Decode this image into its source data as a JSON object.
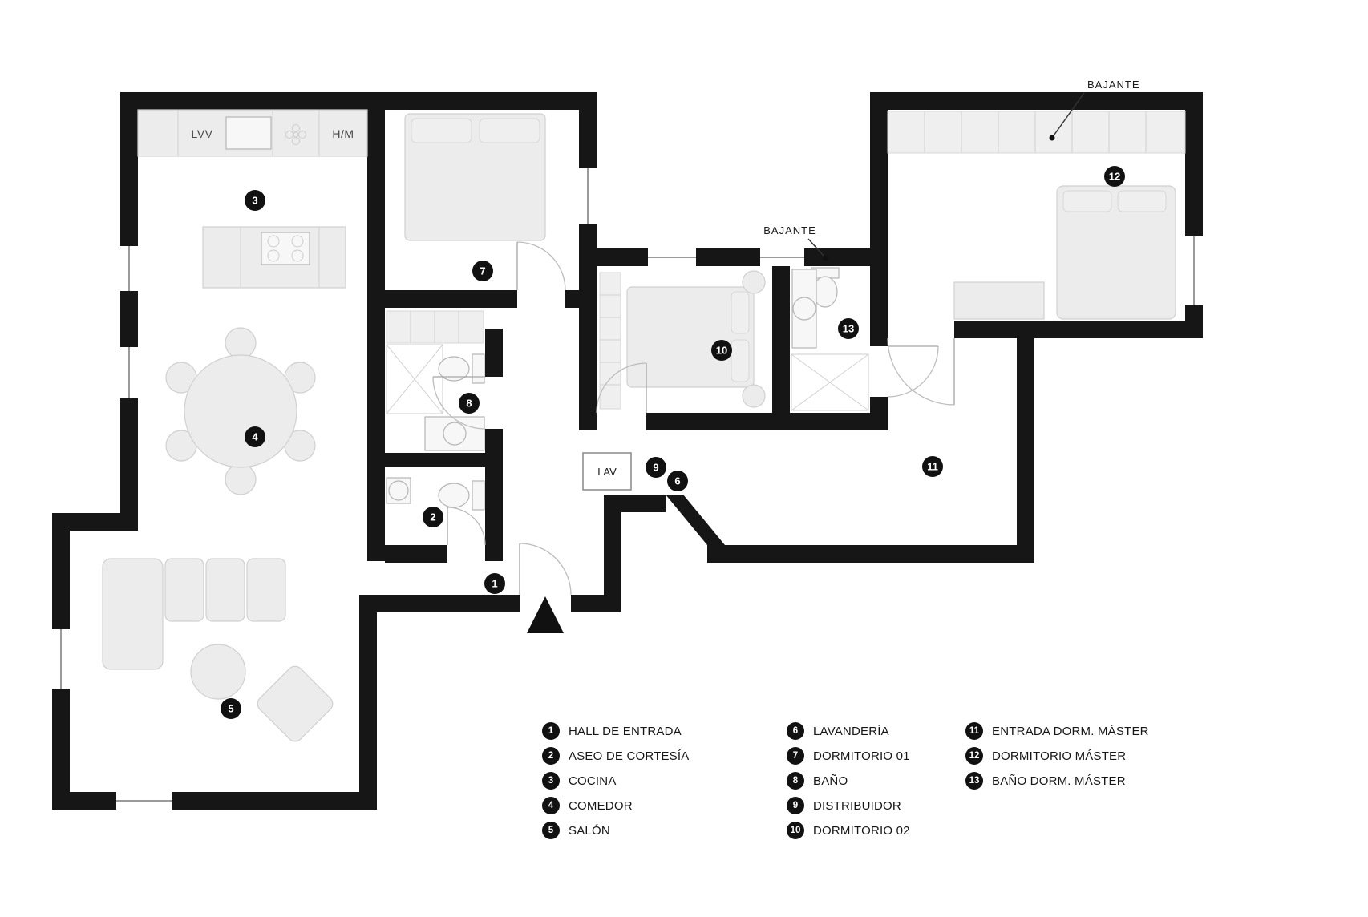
{
  "colors": {
    "wall": "#161616",
    "furniture_fill": "#ececec",
    "furniture_stroke": "#d0d0d0",
    "badge_bg": "#111111",
    "badge_text": "#ffffff"
  },
  "plan": {
    "badge_numbers": [
      "1",
      "2",
      "3",
      "4",
      "5",
      "6",
      "7",
      "8",
      "9",
      "10",
      "11",
      "12",
      "13"
    ],
    "labels": {
      "bajante_top": "BAJANTE",
      "bajante_mid": "BAJANTE",
      "lvv": "LVV",
      "hm": "H/M",
      "lav": "LAV"
    }
  },
  "legend": {
    "items": [
      {
        "num": "1",
        "label": "HALL DE ENTRADA"
      },
      {
        "num": "2",
        "label": "ASEO DE CORTESÍA"
      },
      {
        "num": "3",
        "label": "COCINA"
      },
      {
        "num": "4",
        "label": "COMEDOR"
      },
      {
        "num": "5",
        "label": "SALÓN"
      },
      {
        "num": "6",
        "label": "LAVANDERÍA"
      },
      {
        "num": "7",
        "label": "DORMITORIO 01"
      },
      {
        "num": "8",
        "label": "BAÑO"
      },
      {
        "num": "9",
        "label": "DISTRIBUIDOR"
      },
      {
        "num": "10",
        "label": "DORMITORIO 02"
      },
      {
        "num": "11",
        "label": "ENTRADA DORM. MÁSTER"
      },
      {
        "num": "12",
        "label": "DORMITORIO MÁSTER"
      },
      {
        "num": "13",
        "label": "BAÑO DORM. MÁSTER"
      }
    ]
  }
}
